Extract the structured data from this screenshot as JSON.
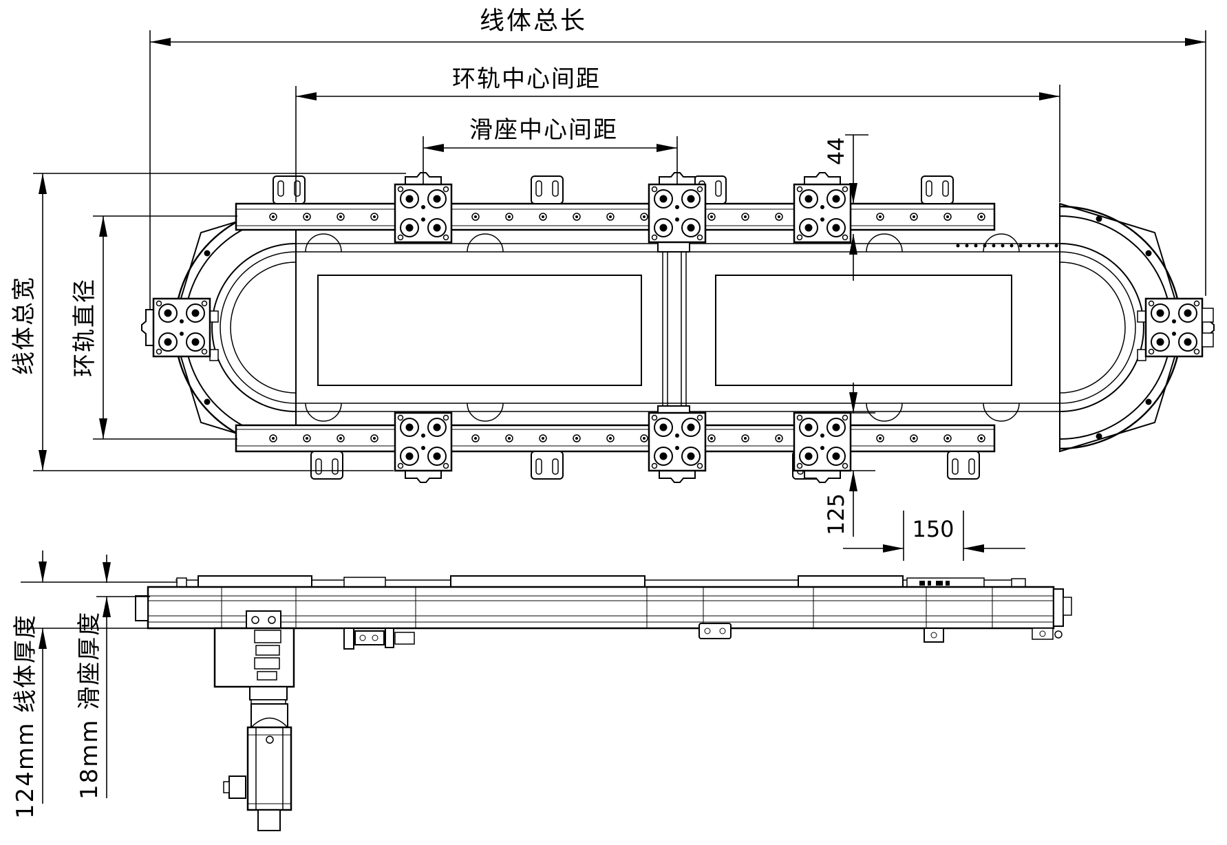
{
  "drawing_type": "engineering-cad-drawing",
  "colors": {
    "ink": "#000000",
    "paper": "#ffffff"
  },
  "labels": {
    "total_length": "线体总长",
    "ring_center_spacing": "环轨中心间距",
    "slide_center_spacing": "滑座中心间距",
    "dim_44": "44",
    "total_width": "线体总宽",
    "ring_diameter": "环轨直径",
    "dim_125": "125",
    "dim_150": "150",
    "body_thickness": "124mm 线体厚度",
    "slide_thickness": "18mm 滑座厚度"
  },
  "views": {
    "top_view": "annular ring-rail conveyor loop with 8 slide carriages",
    "side_view": "line body side elevation with drive motor below"
  }
}
